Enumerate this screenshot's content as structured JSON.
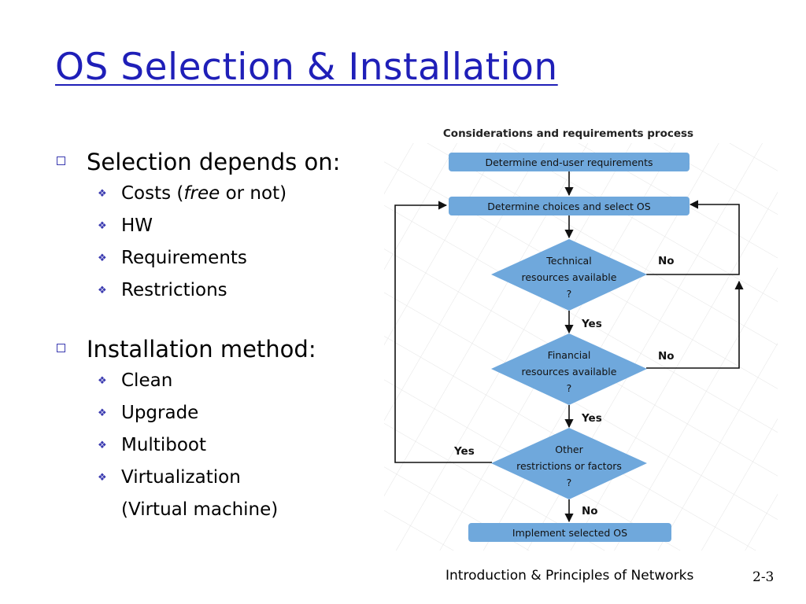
{
  "slide": {
    "title": "OS Selection & Installation",
    "bullets": [
      {
        "text": "Selection depends on:",
        "sub": [
          {
            "parts": [
              "Costs (",
              "free",
              " or not)"
            ]
          },
          {
            "text": "HW"
          },
          {
            "text": "Requirements"
          },
          {
            "text": "Restrictions"
          }
        ]
      },
      {
        "text": "Installation method:",
        "sub": [
          {
            "text": "Clean"
          },
          {
            "text": "Upgrade"
          },
          {
            "text": "Multiboot"
          },
          {
            "text": "Virtualization",
            "cont": "(Virtual machine)"
          }
        ]
      }
    ],
    "footer": "Introduction & Principles of Networks",
    "page_number": "2-3"
  },
  "diagram": {
    "title": "Considerations and requirements process",
    "box_color": "#6fa8dc",
    "nodes": {
      "step1": "Determine end-user requirements",
      "step2": "Determine choices and select OS",
      "decision1": [
        "Technical",
        "resources available",
        "?"
      ],
      "decision2": [
        "Financial",
        "resources available",
        "?"
      ],
      "decision3": [
        "Other",
        "restrictions or factors",
        "?"
      ],
      "final": "Implement selected OS"
    },
    "labels": {
      "d1_no": "No",
      "d1_yes": "Yes",
      "d2_no": "No",
      "d2_yes": "Yes",
      "d3_yes": "Yes",
      "d3_no": "No"
    }
  }
}
